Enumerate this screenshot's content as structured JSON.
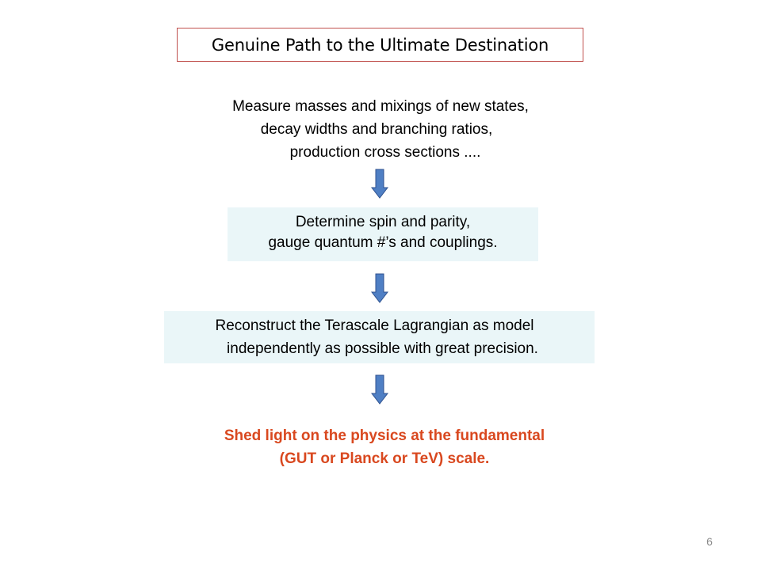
{
  "title": "Genuine Path to the Ultimate Destination",
  "step1": {
    "lines": [
      "Measure masses and mixings of new states,",
      "decay widths and branching ratios,",
      "production cross sections ...."
    ]
  },
  "step2": {
    "lines": [
      "Determine spin and parity,",
      "gauge quantum #’s and couplings."
    ]
  },
  "step3": {
    "lines": [
      "Reconstruct the Terascale Lagrangian  as model",
      "independently as possible with great precision."
    ]
  },
  "conclusion": {
    "lines": [
      "Shed light on the physics at the fundamental",
      "(GUT or Planck or TeV) scale."
    ]
  },
  "page_number": "6",
  "colors": {
    "title_border": "#c0504d",
    "box_fill": "#eaf6f8",
    "arrow_fill": "#4f7fc4",
    "arrow_stroke": "#2f528f",
    "conclusion_text": "#d9481f",
    "page_number": "#8a8a8a"
  }
}
